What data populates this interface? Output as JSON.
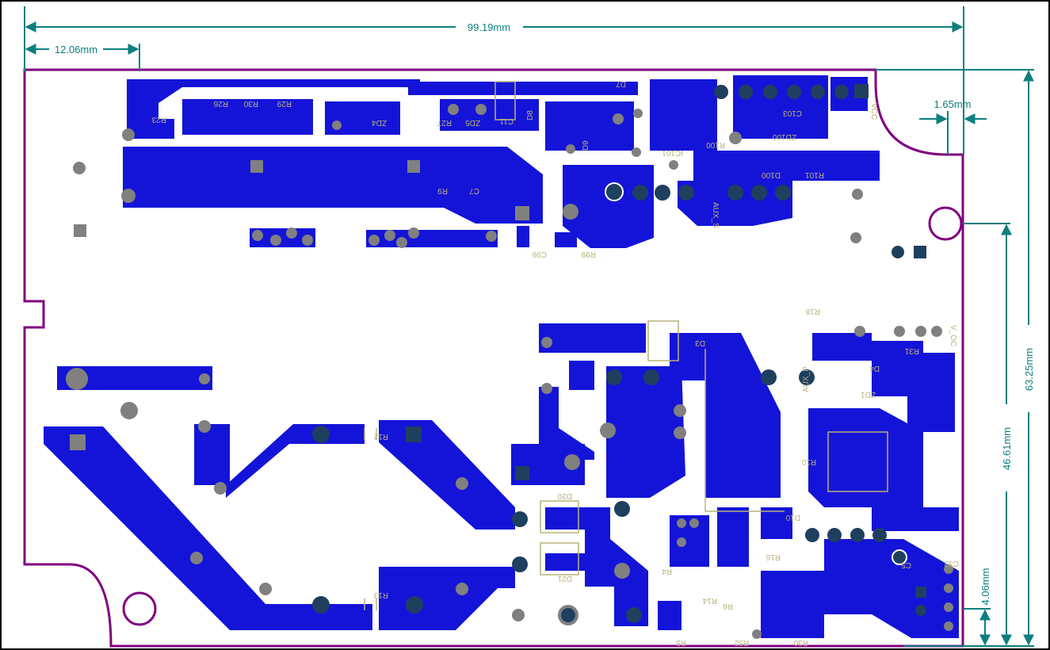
{
  "colors": {
    "outline": "#800080",
    "copper": "#1414d8",
    "dimension": "#0d7f7f",
    "silkscreen": "#b8b27a",
    "pad": "#808080",
    "pad_hole": "#1f3f5f"
  },
  "dimensions": {
    "total_width": "99.19mm",
    "left_offset": "12.06mm",
    "notch_width": "1.65mm",
    "total_height": "63.25mm",
    "hole_height": "46.61mm",
    "bottom_offset": "4.06mm"
  },
  "silk_labels": {
    "r23": "R23",
    "r26": "R26",
    "r30": "R30",
    "r29": "R29",
    "zd4": "ZD4",
    "r27": "R27",
    "zd5": "ZD5",
    "c11": "C11",
    "d8": "D8",
    "d9": "D9",
    "d7": "D7",
    "c7": "C7",
    "r9": "R9",
    "c99": "C99",
    "r99": "R99",
    "ic101": "IC101",
    "r100": "R100",
    "c103": "C103",
    "zd100": "ZD100",
    "d100": "D100",
    "r101": "R101",
    "vcc": "VCC",
    "aux_s": "AUX_S",
    "r18": "R18",
    "d3": "D3",
    "aux_p": "AUX_P",
    "r12": "R12",
    "r13": "R13",
    "d20": "D20",
    "d21": "D21",
    "d10": "D10",
    "r14": "R14",
    "r6": "R6",
    "r5": "R5",
    "r52": "R52",
    "d4": "D4",
    "r31": "R31",
    "zd1": "ZD1",
    "r10": "R10",
    "c33": "C33",
    "c5": "C5",
    "r30b": "R30",
    "voc": "V_OC",
    "r16": "R16",
    "r4": "R4"
  }
}
